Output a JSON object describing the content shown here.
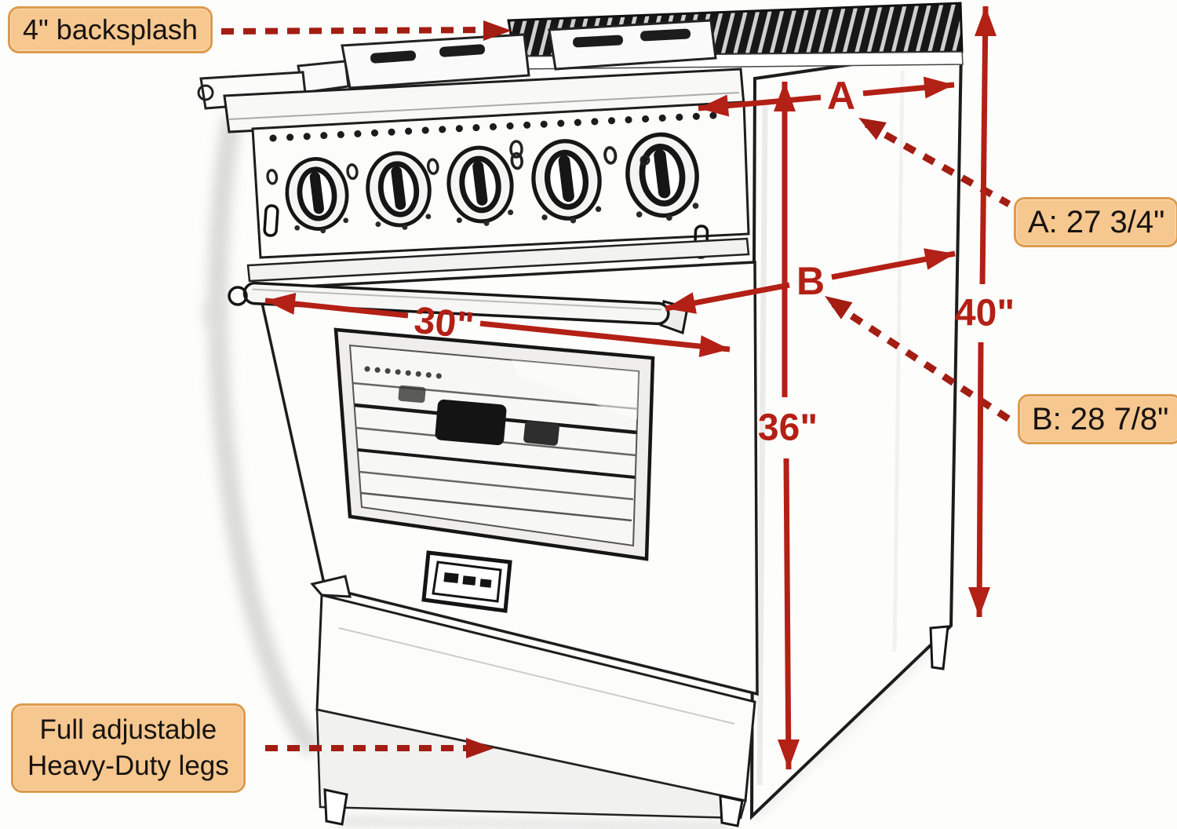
{
  "labels": {
    "backsplash": "4\" backsplash",
    "legs_line1": "Full adjustable",
    "legs_line2": "Heavy-Duty legs",
    "dim_a": "A: 27 3/4\"",
    "dim_b": "B: 28 7/8\"",
    "marker_a": "A",
    "marker_b": "B",
    "width": "30\"",
    "height_to_cooktop": "36\"",
    "overall_height": "40\""
  },
  "colors": {
    "arrow_red": "#b32015",
    "dashed_red": "#a31d12",
    "label_fill": "#f6c78f",
    "label_border": "#dd9b4c",
    "label_text": "#171310",
    "sketch_ink": "#1c1c1c"
  }
}
